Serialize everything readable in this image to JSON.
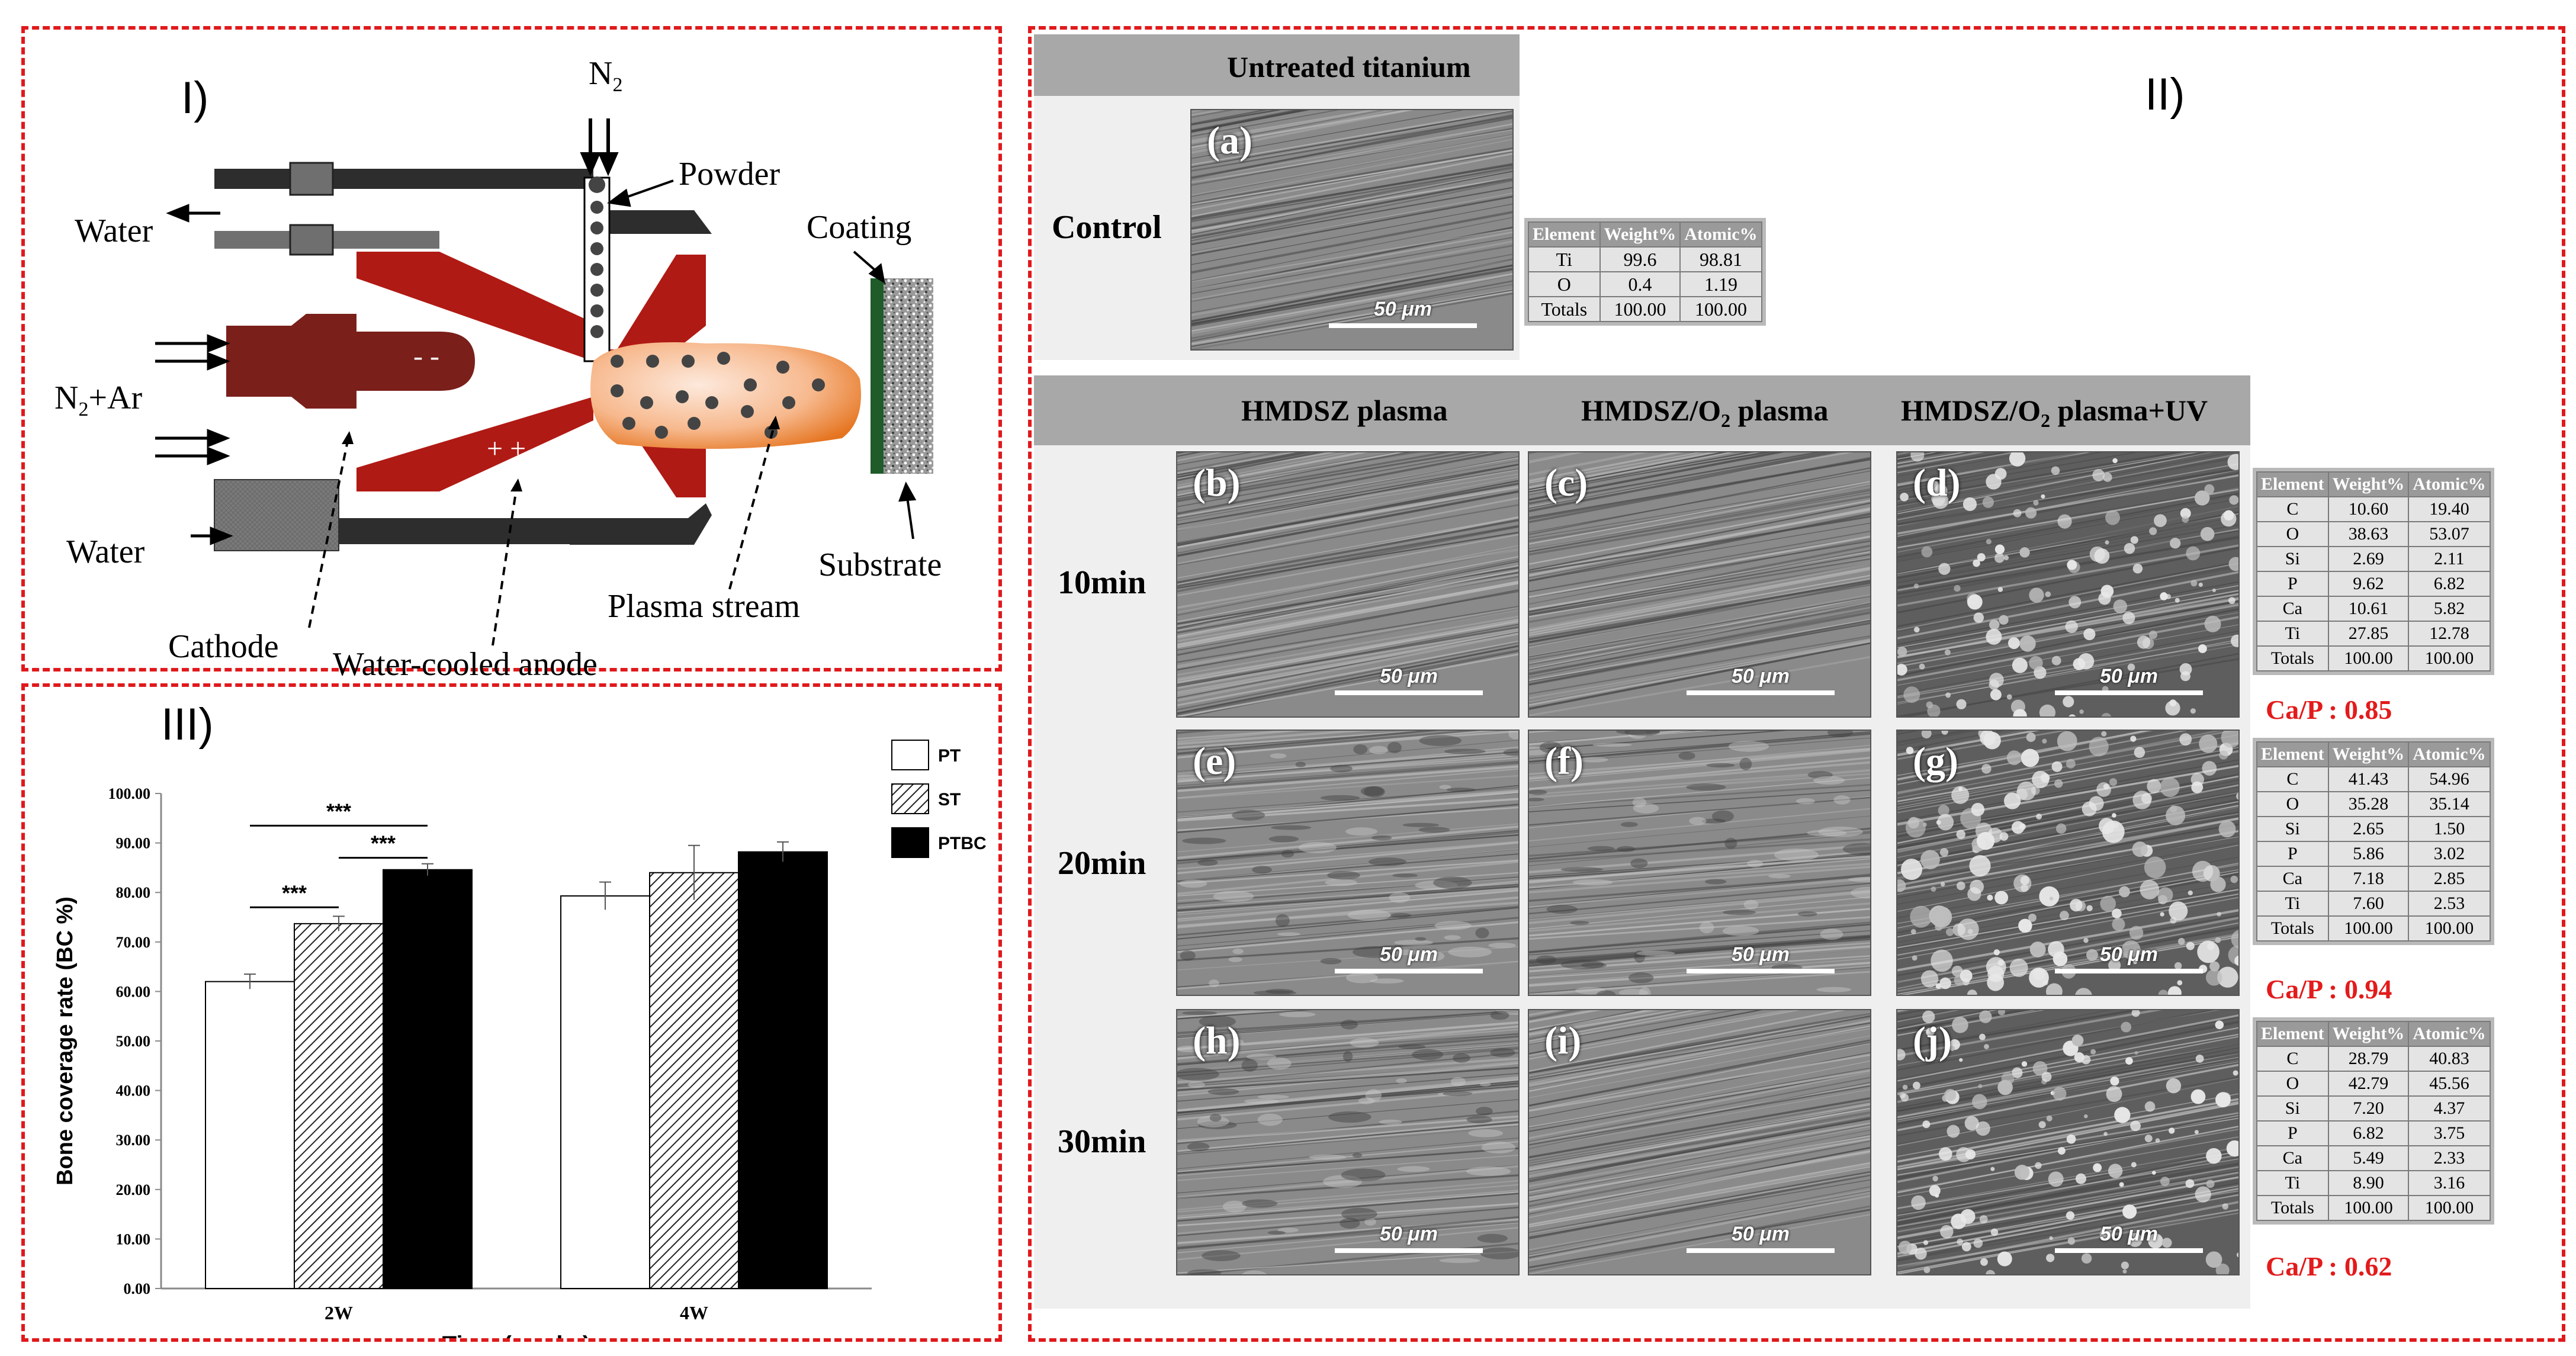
{
  "panel1": {
    "roman": "I)",
    "labels": {
      "n2": "N",
      "n2_sub": "2",
      "powder": "Powder",
      "water_top": "Water",
      "coating": "Coating",
      "n2ar": "N",
      "n2ar_sub": "2",
      "n2ar_rest": "+Ar",
      "water_bottom": "Water",
      "substrate": "Substrate",
      "plasma_stream": "Plasma stream",
      "cathode": "Cathode",
      "anode": "Water-cooled anode",
      "minus": "- -",
      "plus": "+  +"
    }
  },
  "panel2": {
    "roman": "II)",
    "control_header": "Untreated titanium",
    "control_row": "Control",
    "col_headers": [
      "HMDSZ plasma",
      "HMDSZ/O",
      "plasma",
      "HMDSZ/O",
      "plasma+UV"
    ],
    "col_sub": "2",
    "rows": [
      "10min",
      "20min",
      "30min"
    ],
    "image_labels": [
      "(a)",
      "(b)",
      "(c)",
      "(d)",
      "(e)",
      "(f)",
      "(g)",
      "(h)",
      "(i)",
      "(j)"
    ],
    "scale_label": "50 μm",
    "edx_headers": [
      "Element",
      "Weight%",
      "Atomic%"
    ],
    "edx_control": [
      [
        "Ti",
        "99.6",
        "98.81"
      ],
      [
        "O",
        "0.4",
        "1.19"
      ],
      [
        "Totals",
        "100.00",
        "100.00"
      ]
    ],
    "edx_10": [
      [
        "C",
        "10.60",
        "19.40"
      ],
      [
        "O",
        "38.63",
        "53.07"
      ],
      [
        "Si",
        "2.69",
        "2.11"
      ],
      [
        "P",
        "9.62",
        "6.82"
      ],
      [
        "Ca",
        "10.61",
        "5.82"
      ],
      [
        "Ti",
        "27.85",
        "12.78"
      ],
      [
        "Totals",
        "100.00",
        "100.00"
      ]
    ],
    "edx_20": [
      [
        "C",
        "41.43",
        "54.96"
      ],
      [
        "O",
        "35.28",
        "35.14"
      ],
      [
        "Si",
        "2.65",
        "1.50"
      ],
      [
        "P",
        "5.86",
        "3.02"
      ],
      [
        "Ca",
        "7.18",
        "2.85"
      ],
      [
        "Ti",
        "7.60",
        "2.53"
      ],
      [
        "Totals",
        "100.00",
        "100.00"
      ]
    ],
    "edx_30": [
      [
        "C",
        "28.79",
        "40.83"
      ],
      [
        "O",
        "42.79",
        "45.56"
      ],
      [
        "Si",
        "7.20",
        "4.37"
      ],
      [
        "P",
        "6.82",
        "3.75"
      ],
      [
        "Ca",
        "5.49",
        "2.33"
      ],
      [
        "Ti",
        "8.90",
        "3.16"
      ],
      [
        "Totals",
        "100.00",
        "100.00"
      ]
    ],
    "ca_p": [
      "Ca/P : 0.85",
      "Ca/P : 0.94",
      "Ca/P : 0.62"
    ]
  },
  "panel3": {
    "roman": "III)"
  },
  "chart_data": {
    "type": "bar",
    "categories": [
      "2W",
      "4W"
    ],
    "series": [
      {
        "name": "PT",
        "values": [
          62.0,
          79.3
        ],
        "errors": [
          1.5,
          2.8
        ],
        "fill": "#ffffff",
        "pattern": "none"
      },
      {
        "name": "ST",
        "values": [
          73.7,
          84.0
        ],
        "errors": [
          1.5,
          5.5
        ],
        "fill": "#ffffff",
        "pattern": "hatch"
      },
      {
        "name": "PTBC",
        "values": [
          84.6,
          88.2
        ],
        "errors": [
          1.2,
          2.0
        ],
        "fill": "#000000",
        "pattern": "solid"
      }
    ],
    "xlabel": "Time (weeks)",
    "ylabel": "Bone coverage rate (BC %)",
    "ylim": [
      0,
      100
    ],
    "yticks": [
      "0.00",
      "10.00",
      "20.00",
      "30.00",
      "40.00",
      "50.00",
      "60.00",
      "70.00",
      "80.00",
      "90.00",
      "100.00"
    ],
    "significance": [
      "***",
      "***",
      "***"
    ],
    "legend": "right"
  }
}
